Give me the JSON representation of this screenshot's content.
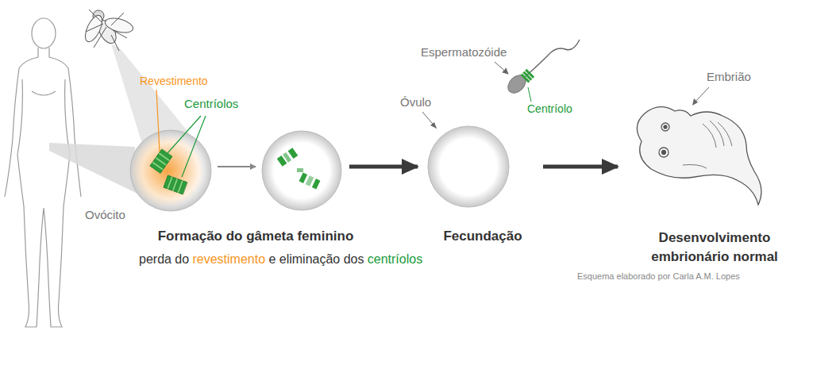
{
  "diagram": {
    "nodes": [
      {
        "text": [
          "Ovócito"
        ]
      },
      {
        "text": [
          "Óvulo"
        ]
      },
      {
        "text": [
          "Embrião"
        ]
      }
    ],
    "edges": [
      {
        "from": 1,
        "to": 2,
        "arrow": "to"
      }
    ],
    "labels": [
      "Revestimento",
      "Centríolos",
      "Formação do gâmeta feminino",
      "perda do",
      "revestimento",
      "e eliminação dos",
      "centríolos",
      "Fecundação",
      "Espermatozóide",
      "Centríolo",
      "Desenvolvimento embrionário normal",
      "Esquema elaborado por Carla A.M. Lopes"
    ]
  }
}
